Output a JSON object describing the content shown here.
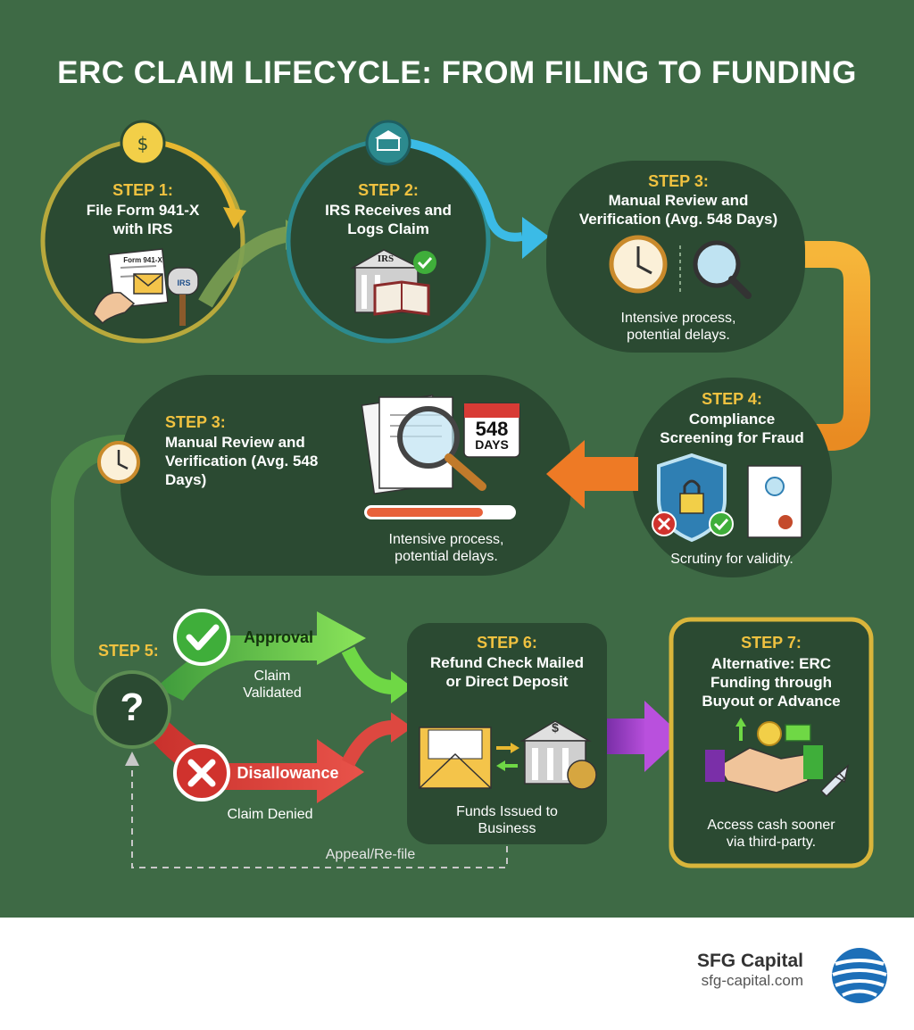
{
  "title": "ERC CLAIM LIFECYCLE: FROM FILING TO FUNDING",
  "steps": [
    {
      "step": "STEP 1:",
      "heading_l1": "File Form 941-X",
      "heading_l2": "with IRS",
      "form_label": "Form 941-X",
      "mailbox_label": "IRS"
    },
    {
      "step": "STEP 2:",
      "heading_l1": "IRS Receives and",
      "heading_l2": "Logs Claim",
      "building_label": "IRS"
    },
    {
      "step": "STEP 3:",
      "heading_l1": "Manual Review and",
      "heading_l2": "Verification (Avg. 548 Days)",
      "desc_l1": "Intensive process,",
      "desc_l2": "potential delays."
    },
    {
      "step": "STEP 4:",
      "heading_l1": "Compliance",
      "heading_l2": "Screening for Fraud",
      "desc": "Scrutiny for validity."
    },
    {
      "step": "STEP 3:",
      "heading_l1": "Manual Review and",
      "heading_l2": "Verification (Avg. 548",
      "heading_l3": "Days)",
      "calendar_number": "548",
      "calendar_unit": "DAYS",
      "desc_l1": "Intensive process,",
      "desc_l2": "potential delays."
    },
    {
      "step": "STEP 5:",
      "decision_symbol": "?",
      "approval_label": "Approval",
      "approval_desc_l1": "Claim",
      "approval_desc_l2": "Validated",
      "disallowance_label": "Disallowance",
      "disallowance_desc": "Claim Denied",
      "appeal_label": "Appeal/Re-file"
    },
    {
      "step": "STEP 6:",
      "heading_l1": "Refund Check Mailed",
      "heading_l2": "or Direct Deposit",
      "desc_l1": "Funds Issued to",
      "desc_l2": "Business"
    },
    {
      "step": "STEP 7:",
      "heading_l1": "Alternative: ERC",
      "heading_l2": "Funding through",
      "heading_l3": "Buyout or Advance",
      "desc_l1": "Access cash sooner",
      "desc_l2": "via third-party."
    }
  ],
  "brand": {
    "name": "SFG Capital",
    "url": "sfg-capital.com"
  },
  "colors": {
    "background": "#3e6a45",
    "panel": "#2b4a32",
    "step_label": "#f0c240",
    "approval": "#5fd13a",
    "disallowance": "#d83b35",
    "alternative_border": "#d9b53b",
    "alternative_arrow": "#9b3fc4"
  }
}
